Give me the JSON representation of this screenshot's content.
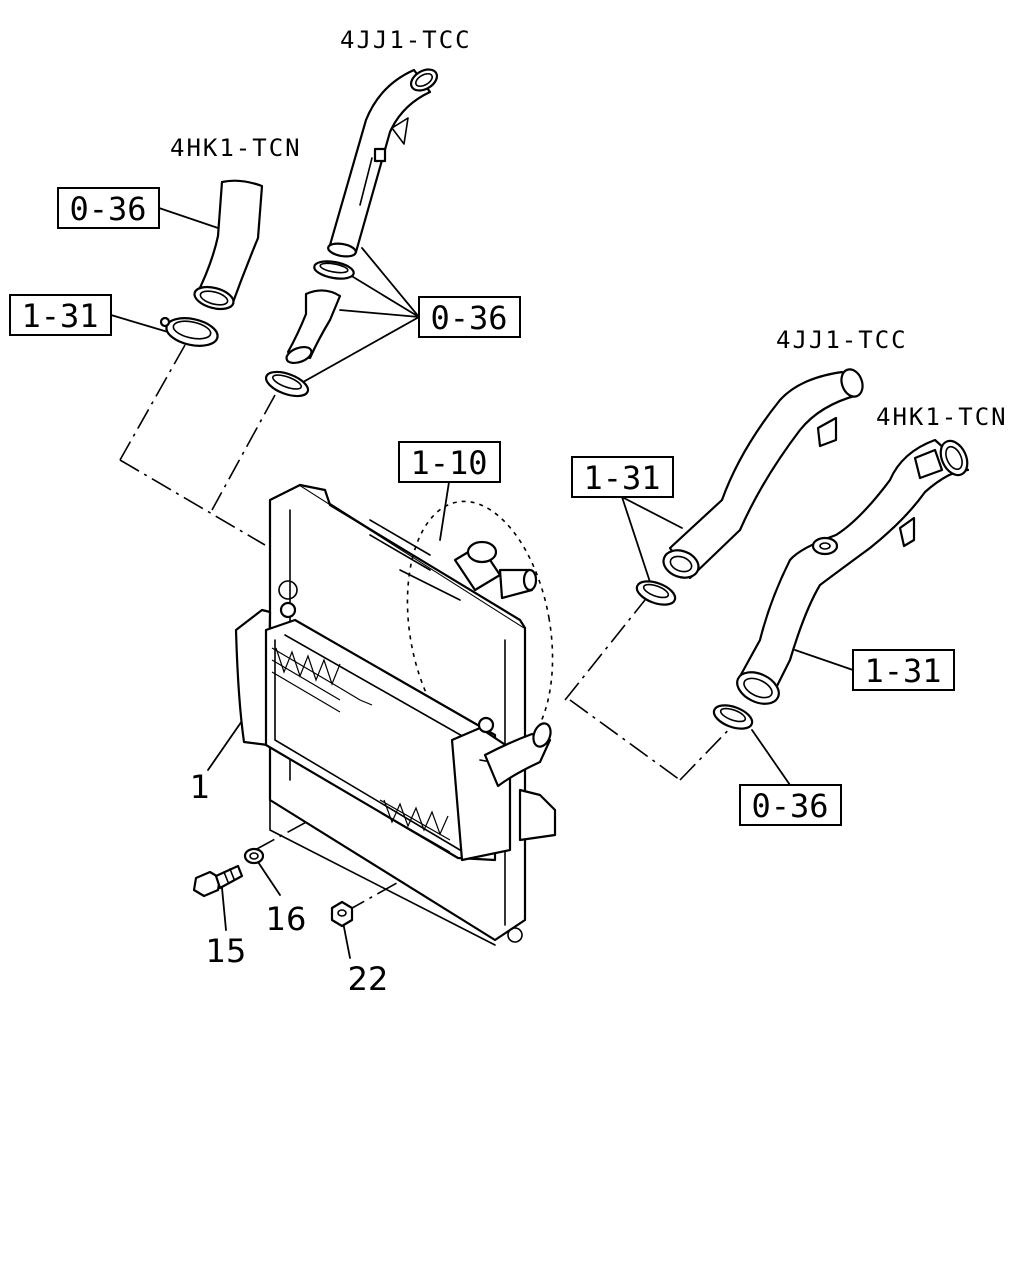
{
  "variants": {
    "top_pipe": "4JJ1-TCC",
    "top_hose": "4HK1-TCN",
    "right_pipe": "4JJ1-TCC",
    "right_hose": "4HK1-TCN"
  },
  "references": {
    "hose_top_left": "0-36",
    "clamp_top_left": "1-31",
    "clamps_top_center": "0-36",
    "radiator": "1-10",
    "clamp_right_upper": "1-31",
    "pipe_right_lower": "1-31",
    "hose_right_lower": "0-36"
  },
  "parts": {
    "intercooler": "1",
    "bolt": "15",
    "washer": "16",
    "nut": "22"
  },
  "colors": {
    "line": "#000000",
    "background": "#ffffff"
  }
}
